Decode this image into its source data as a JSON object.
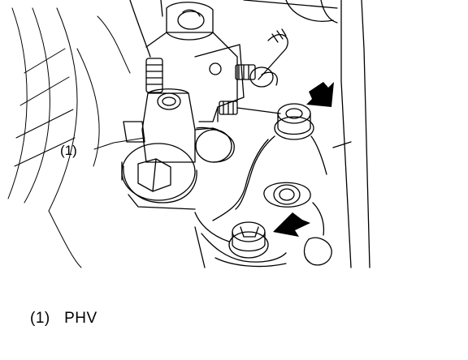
{
  "figure": {
    "callout_label": "(1)",
    "legend": [
      {
        "number": "(1)",
        "text": "PHV"
      }
    ],
    "icons": [
      "arrow-icon",
      "arrow-icon"
    ]
  }
}
